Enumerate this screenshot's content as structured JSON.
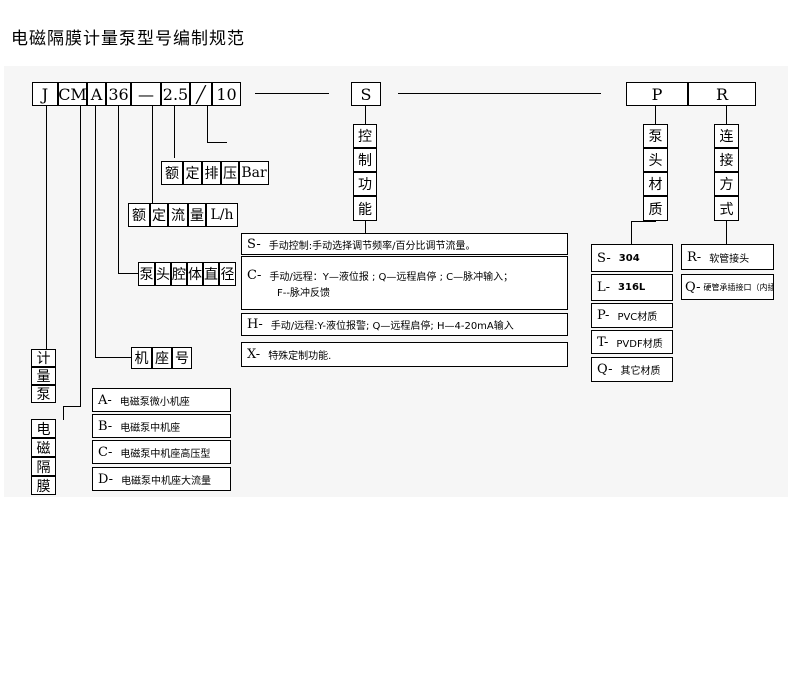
{
  "title": "电磁隔膜计量泵型号编制规范",
  "code": {
    "j": "J",
    "cm": "CM",
    "a": "A",
    "flow": "36",
    "dash": "—",
    "pressure": "2.5",
    "slash": "╱",
    "suffix": "10",
    "s": "S",
    "p": "P",
    "r": "R"
  },
  "labels": {
    "rated_pressure": [
      "额",
      "定",
      "排",
      "压",
      "Bar"
    ],
    "rated_flow": [
      "额",
      "定",
      "流",
      "量",
      "L/h"
    ],
    "chamber_diameter": [
      "泵",
      "头",
      "腔",
      "体",
      "直",
      "径"
    ],
    "base": [
      "机",
      "座",
      "号"
    ],
    "metering_pump": [
      "计",
      "量",
      "泵"
    ],
    "em_diaphragm": [
      "电",
      "磁",
      "隔",
      "膜"
    ],
    "control": [
      "控",
      "制",
      "功",
      "能"
    ],
    "head_material": [
      "泵",
      "头",
      "材",
      "质"
    ],
    "connection": [
      "连",
      "接",
      "方",
      "式"
    ]
  },
  "control_options": [
    {
      "key": "S-",
      "text": "手动控制:手动选择调节频率/百分比调节流量。"
    },
    {
      "key": "C-",
      "text": "手动/远程：Y—液位报 ; Q—远程启停 ; C—脉冲输入；",
      "text2": "F--脉冲反馈"
    },
    {
      "key": "H-",
      "text": "手动/远程:Y-液位报警; Q—远程启停; H—4-20mA输入"
    },
    {
      "key": "X-",
      "text": "特殊定制功能."
    }
  ],
  "base_options": [
    {
      "key": "A-",
      "text": "电磁泵微小机座"
    },
    {
      "key": "B-",
      "text": "电磁泵中机座"
    },
    {
      "key": "C-",
      "text": "电磁泵中机座高压型"
    },
    {
      "key": "D-",
      "text": "电磁泵中机座大流量"
    }
  ],
  "material_options": [
    {
      "key": "S-",
      "text": "304"
    },
    {
      "key": "L-",
      "text": "316L"
    },
    {
      "key": "P-",
      "text": "PVC材质"
    },
    {
      "key": "T-",
      "text": "PVDF材质"
    },
    {
      "key": "Q-",
      "text": "其它材质"
    }
  ],
  "connection_options": [
    {
      "key": "R-",
      "text": "软管接头"
    },
    {
      "key": "Q-",
      "text": "硬管承插接口（内插）"
    }
  ]
}
